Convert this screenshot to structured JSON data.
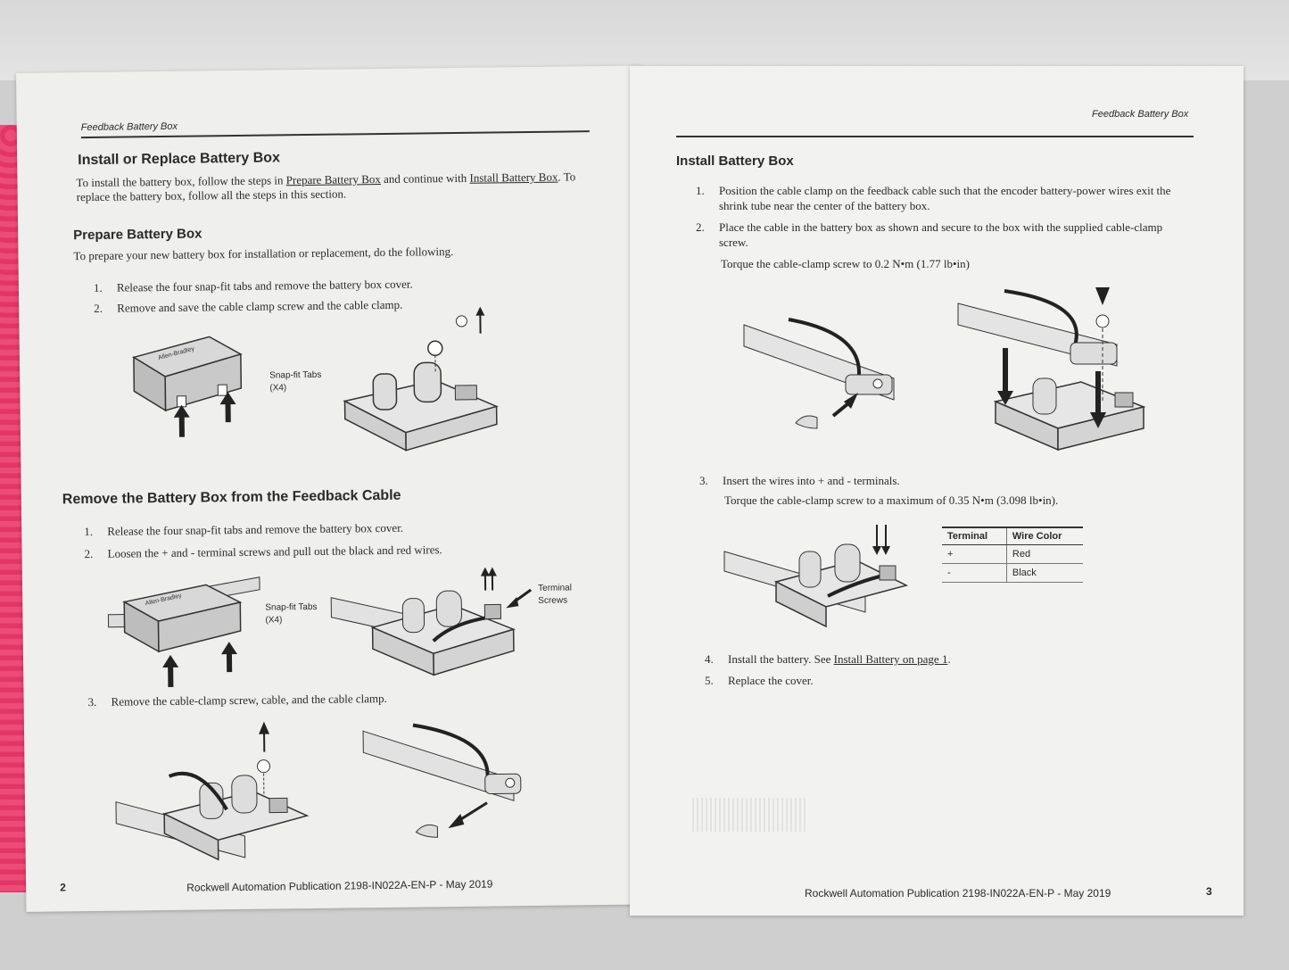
{
  "left": {
    "header": "Feedback Battery Box",
    "section1": {
      "title": "Install or Replace Battery Box",
      "intro_a": "To install the battery box, follow the steps in ",
      "intro_link1": "Prepare Battery Box",
      "intro_b": " and continue with ",
      "intro_link2": "Install Battery Box",
      "intro_c": ". To replace the battery box, follow all the steps in this section."
    },
    "prepare": {
      "title": "Prepare Battery Box",
      "intro": "To prepare your new battery box for installation or replacement, do the following.",
      "steps": [
        {
          "num": "1.",
          "text": "Release the four snap-fit tabs and remove the battery box cover."
        },
        {
          "num": "2.",
          "text": "Remove and save the cable clamp screw and the cable clamp."
        }
      ],
      "label_tabs": "Snap-fit Tabs",
      "label_count": "(X4)",
      "brand": "Allen-Bradley"
    },
    "remove": {
      "title": "Remove the Battery Box from the Feedback Cable",
      "steps": [
        {
          "num": "1.",
          "text": "Release the four snap-fit tabs and remove the battery box cover."
        },
        {
          "num": "2.",
          "text": "Loosen the + and - terminal screws and pull out the black and red wires."
        },
        {
          "num": "3.",
          "text": "Remove the cable-clamp screw, cable, and the cable clamp."
        }
      ],
      "label_tabs": "Snap-fit Tabs",
      "label_count": "(X4)",
      "label_terminal": "Terminal",
      "label_screws": "Screws"
    },
    "page_number": "2",
    "footer": "Rockwell Automation Publication 2198-IN022A-EN-P - May 2019"
  },
  "right": {
    "header": "Feedback Battery Box",
    "install": {
      "title": "Install Battery Box",
      "steps": [
        {
          "num": "1.",
          "text": "Position the cable clamp on the feedback cable such that the encoder battery-power wires exit the shrink tube near the center of the battery box."
        },
        {
          "num": "2.",
          "text": "Place the cable in the battery box as shown and secure to the box with the supplied cable-clamp screw."
        },
        {
          "num": "3.",
          "text": "Insert the wires into + and - terminals."
        },
        {
          "num": "4.",
          "text_a": "Install the battery. See ",
          "link": "Install Battery on page 1",
          "text_b": "."
        },
        {
          "num": "5.",
          "text": "Replace the cover."
        }
      ],
      "torque1": "Torque the cable-clamp screw to 0.2 N•m (1.77 lb•in)",
      "torque2": "Torque the cable-clamp screw to a maximum of 0.35 N•m (3.098 lb•in)."
    },
    "table": {
      "headers": [
        "Terminal",
        "Wire Color"
      ],
      "rows": [
        [
          "+",
          "Red"
        ],
        [
          "-",
          "Black"
        ]
      ]
    },
    "page_number": "3",
    "footer": "Rockwell Automation Publication 2198-IN022A-EN-P - May 2019"
  }
}
